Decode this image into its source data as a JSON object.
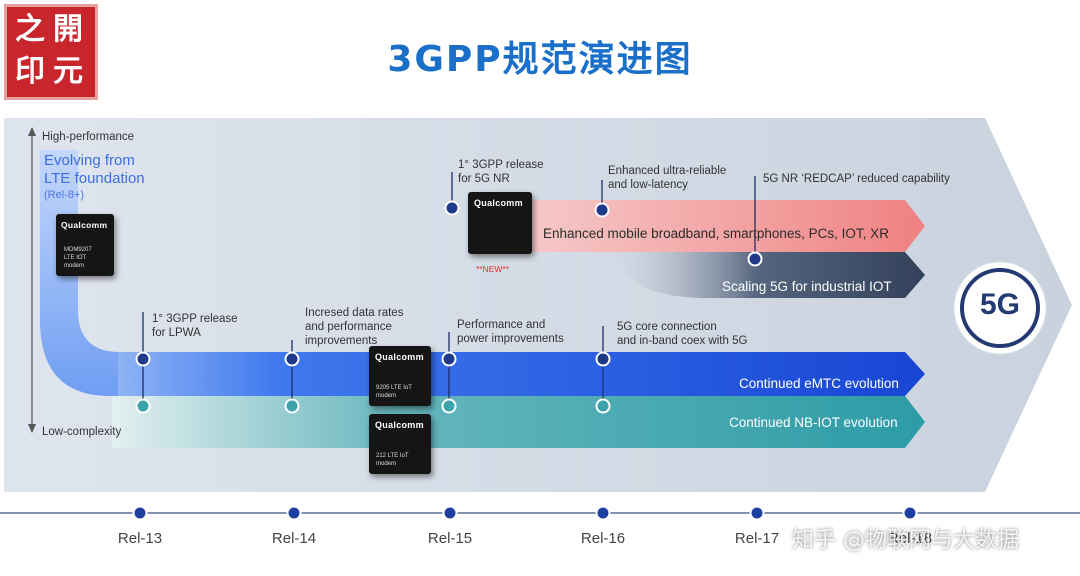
{
  "stamp": {
    "chars": [
      "之",
      "開",
      "印",
      "元"
    ]
  },
  "title": "3GPP规范演进图",
  "axis": {
    "top": "High-performance",
    "bottom": "Low-complexity"
  },
  "evolving": {
    "line1": "Evolving from",
    "line2": "LTE foundation",
    "sub": "(Rel-8+)"
  },
  "chips": [
    {
      "brand": "Qualcomm",
      "lines": [
        "MDM9207",
        "LTE IOT",
        "modem"
      ]
    },
    {
      "brand": "Qualcomm",
      "lines": [],
      "tag": "**NEW**"
    },
    {
      "brand": "Qualcomm",
      "lines": [
        "9205 LTE IoT",
        "modem"
      ]
    },
    {
      "brand": "Qualcomm",
      "lines": [
        "212 LTE IoT",
        "modem"
      ]
    }
  ],
  "notes": {
    "rel13_lpwa": [
      "1° 3GPP release",
      "for LPWA"
    ],
    "rel14": [
      "Incresed data rates",
      "and performance",
      "improvements"
    ],
    "rel15_low": [
      "Performance and",
      "power improvements"
    ],
    "rel16_low": [
      "5G core connection",
      "and in-band coex with 5G"
    ],
    "rel15_nr": [
      "1° 3GPP release",
      "for 5G NR"
    ],
    "rel16_urllc": [
      "Enhanced ultra-reliable",
      "and low-latency"
    ],
    "rel17_redcap": "5G NR ‘REDCAP’ reduced capability"
  },
  "bands": {
    "embb": "Enhanced mobile broadband, smartphones, PCs, IOT, XR",
    "industrial": "Scaling 5G for industrial IOT",
    "emtc": "Continued eMTC evolution",
    "nbiot": "Continued NB-IOT evolution"
  },
  "badge": "5G",
  "timeline": [
    "Rel-13",
    "Rel-14",
    "Rel-15",
    "Rel-16",
    "Rel-17",
    "Rel-18"
  ],
  "watermark": "知乎 @物联网与大数据"
}
